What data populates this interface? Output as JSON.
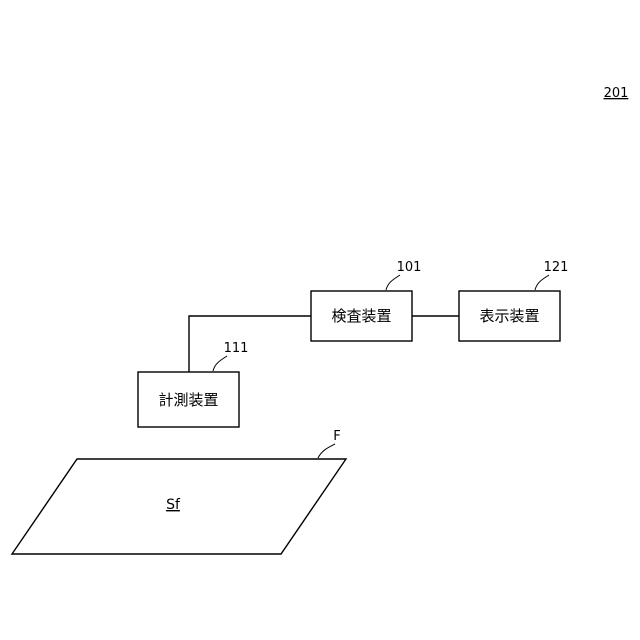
{
  "figure_number": "201",
  "blocks": {
    "inspection": {
      "label": "検査装置",
      "ref": "101"
    },
    "display": {
      "label": "表示装置",
      "ref": "121"
    },
    "measurement": {
      "label": "計測装置",
      "ref": "111"
    }
  },
  "surface": {
    "ref": "F",
    "label": "Sf"
  }
}
